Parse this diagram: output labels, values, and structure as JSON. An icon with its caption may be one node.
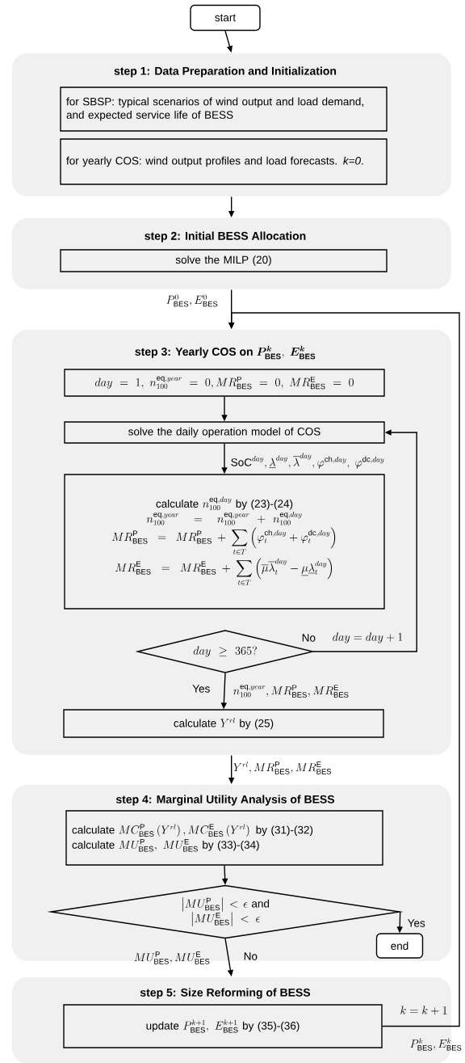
{
  "diagram": {
    "nodes": [
      {
        "text": [
          "start"
        ]
      },
      {
        "text": [
          "step 1: Data Preparation and Initialization"
        ]
      },
      {
        "text": [
          "for SBSP: typical scenarios of wind output and load demand, and expected service life of BESS"
        ],
        "in": 1
      },
      {
        "text": [
          "for yearly COS: wind output profiles and load forecasts. *k=0*."
        ],
        "in": 1
      },
      {
        "text": [
          "step 2: Initial BESS Allocation"
        ]
      },
      {
        "text": [
          "solve the MILP (20)"
        ],
        "in": 4
      },
      {
        "text": [
          "\\textbf{step 3: Yearly COS on }\\boldsymbol{P^{k}_{\\mathrm{BES}}},\\ \\boldsymbol{E^{k}_{\\mathrm{BES}}}"
        ]
      },
      {
        "text": [
          "day=1,\\ n^{\\mathrm{eq},year}_{100}=0, MR^{\\mathrm{P}}_{\\mathrm{BES}}=0,\\ MR^{\\mathrm{E}}_{\\mathrm{BES}}=0"
        ],
        "in": 6
      },
      {
        "text": [
          "solve the daily operation model of COS"
        ],
        "in": 6
      },
      {
        "text": [
          "\\text{calculate } n^{\\mathrm{eq},day}_{100} \\text{ by (23)-(24)}",
          "n^{\\mathrm{eq},year}_{100}=n^{\\mathrm{eq},year}_{100}+n^{\\mathrm{eq},day}_{100}",
          "MR^{\\mathrm{P}}_{\\mathrm{BES}}=MR^{\\mathrm{P}}_{\\mathrm{BES}}+\\sum_{t\\in T}\\left(\\varphi^{\\mathrm{ch},day}_{t}+\\varphi^{\\mathrm{dc},day}_{t}\\right)",
          "MR^{\\mathrm{E}}_{\\mathrm{BES}}=MR^{\\mathrm{E}}_{\\mathrm{BES}}+\\sum_{t\\in T}\\left(\\overline{\\mu}\\overline{\\lambda}^{day}_{t}-\\underline{\\mu}\\underline{\\lambda}^{day}_{t}\\right)"
        ],
        "in": 6
      },
      {
        "text": [
          "day\\geq 365?"
        ],
        "in": 6
      },
      {
        "text": [
          "\\text{calculate } Y^{rl} \\text{ by (25)}"
        ],
        "in": 6
      },
      {
        "text": [
          "step 4: Marginal Utility Analysis of BESS"
        ]
      },
      {
        "text": [
          "\\text{calculate } MC^{\\mathrm{P}}_{\\mathrm{BES}}\\left(Y^{rl}\\right), MC^{\\mathrm{E}}_{\\mathrm{BES}}\\left(Y^{rl}\\right) \\text{ by (31)-(32)}",
          "\\text{calculate } MU^{\\mathrm{P}}_{\\mathrm{BES}},\\ MU^{\\mathrm{E}}_{\\mathrm{BES}} \\text{ by (33)-(34)}"
        ],
        "in": 12
      },
      {
        "text": [
          "\\left|MU^{\\mathrm{P}}_{\\mathrm{BES}}\\right|<\\epsilon\\ \\text{and}\\allowbreak\\ \\left|MU^{\\mathrm{E}}_{\\mathrm{BES}}\\right|<\\epsilon"
        ],
        "in": 12
      },
      {
        "text": [
          "end"
        ],
        "in": 12
      },
      {
        "text": [
          "step 5: Size Reforming of BESS"
        ]
      },
      {
        "text": [
          "\\text{update } P^{k+1}_{\\mathrm{BES}},\\ E^{k+1}_{\\mathrm{BES}} \\text{ by (35)-(36)}"
        ],
        "in": 16
      }
    ],
    "edges": [
      {
        "from": 0,
        "to": 1,
        "arrow": "to"
      },
      {
        "from": 1,
        "to": 4,
        "arrow": "to"
      },
      {
        "from": 4,
        "to": 6,
        "arrow": "to",
        "label": "P^{0}_{\\mathrm{BES}}, E^{0}_{\\mathrm{BES}}"
      },
      {
        "from": 17,
        "to": 6,
        "arrow": "to",
        "label": "k=k+1"
      },
      {
        "from": 7,
        "to": 8,
        "arrow": "to"
      },
      {
        "from": 8,
        "to": 9,
        "arrow": "to",
        "label": "\\mathrm{SoC}^{day},\\underline{\\lambda}^{day},\\overline{\\lambda}^{day},\\varphi^{\\mathrm{ch},day},\\ \\varphi^{\\mathrm{dc},day}"
      },
      {
        "from": 10,
        "to": 8,
        "arrow": "to",
        "label": "No"
      },
      {
        "from": 10,
        "to": 11,
        "arrow": "to",
        "label": "Yes"
      },
      {
        "from": 6,
        "to": 12,
        "arrow": "to",
        "label": "Y^{rl}, MR^{\\mathrm{P}}_{\\mathrm{BES}}, MR^{\\mathrm{E}}_{\\mathrm{BES}}"
      },
      {
        "from": 13,
        "to": 14,
        "arrow": "to"
      },
      {
        "from": 14,
        "to": 15,
        "arrow": "to",
        "label": "Yes"
      },
      {
        "from": 14,
        "to": 16,
        "arrow": "to",
        "label": "No"
      }
    ],
    "labels": [
      "day=day+1",
      "n^{\\mathrm{eq},year}_{100}, MR^{\\mathrm{P}}_{\\mathrm{BES}}, MR^{\\mathrm{E}}_{\\mathrm{BES}}",
      "MU^{\\mathrm{P}}_{\\mathrm{BES}}, MU^{\\mathrm{E}}_{\\mathrm{BES}}",
      "P^{k}_{\\mathrm{BES}}, E^{k}_{\\mathrm{BES}}"
    ]
  }
}
